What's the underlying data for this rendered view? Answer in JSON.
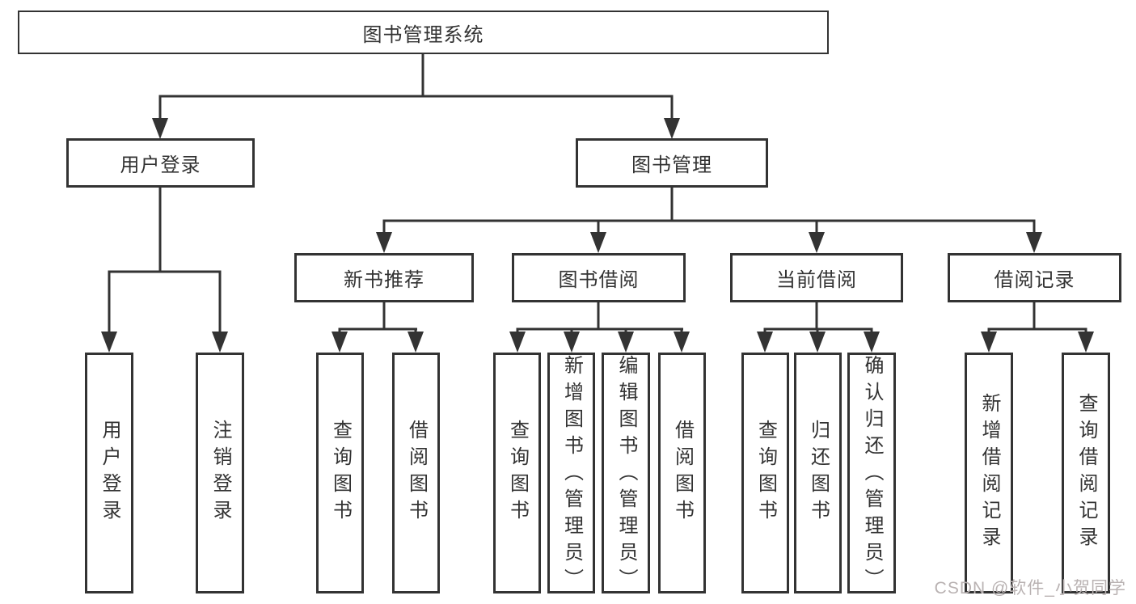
{
  "tree": {
    "label": "图书管理系统",
    "children": [
      {
        "label": "用户登录",
        "children": [
          {
            "label": "用户登录"
          },
          {
            "label": "注销登录"
          }
        ]
      },
      {
        "label": "图书管理",
        "children": [
          {
            "label": "新书推荐",
            "children": [
              {
                "label": "查询图书"
              },
              {
                "label": "借阅图书"
              }
            ]
          },
          {
            "label": "图书借阅",
            "children": [
              {
                "label": "查询图书"
              },
              {
                "label": "新增图书（管理员）"
              },
              {
                "label": "编辑图书（管理员）"
              },
              {
                "label": "借阅图书"
              }
            ]
          },
          {
            "label": "当前借阅",
            "children": [
              {
                "label": "查询图书"
              },
              {
                "label": "归还图书"
              },
              {
                "label": "确认归还（管理员）"
              }
            ]
          },
          {
            "label": "借阅记录",
            "children": [
              {
                "label": "新增借阅记录"
              },
              {
                "label": "查询借阅记录"
              }
            ]
          }
        ]
      }
    ]
  },
  "watermark": "CSDN @软件_小贺同学",
  "colors": {
    "line": "#333333",
    "text": "#333333",
    "watermark_text": "#b9b2b2",
    "background": "#ffffff"
  }
}
